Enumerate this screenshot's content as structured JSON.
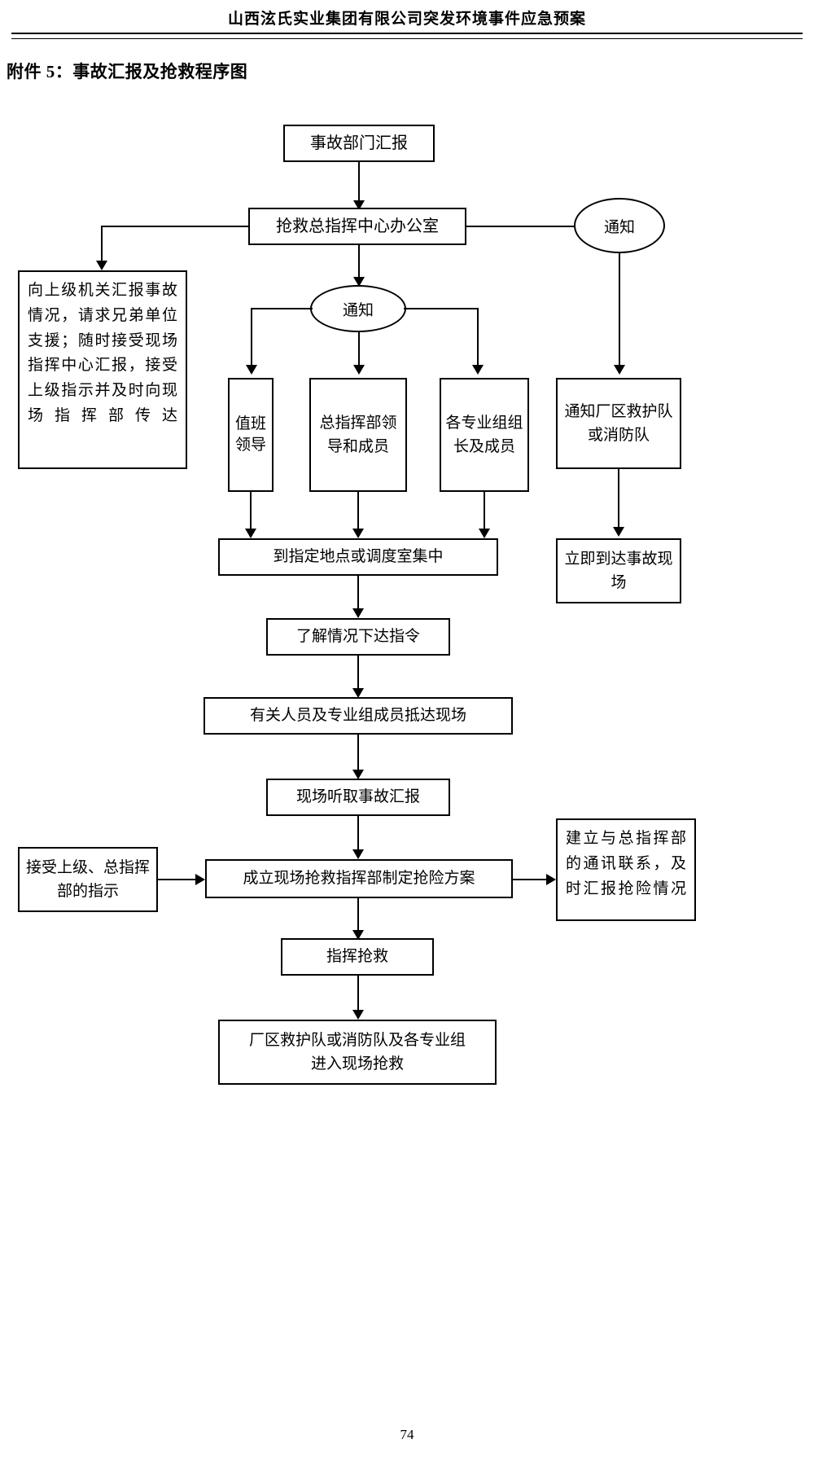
{
  "header": {
    "running_title": "山西泫氏实业集团有限公司突发环境事件应急预案",
    "attachment_title": "附件 5：事故汇报及抢救程序图"
  },
  "flow": {
    "n1_accident_report": "事故部门汇报",
    "n2_command_office": "抢救总指挥中心办公室",
    "n3_notice_right": "通知",
    "n4_report_superior": "向上级机关汇报事故情况，请求兄弟单位支援；随时接受现场指挥中心汇报，接受上级指示并及时向现场指挥部传达",
    "n5_notice_center": "通知",
    "n6_duty_leader": "值班领导",
    "n7_command_leaders": "总指挥部领导和成员",
    "n8_group_leaders": "各专业组组长及成员",
    "n9_notify_rescue_team": "通知厂区救护队或消防队",
    "n10_gather": "到指定地点或调度室集中",
    "n11_arrive_scene": "立即到达事故现场",
    "n12_issue_orders": "了解情况下达指令",
    "n13_personnel_arrive": "有关人员及专业组成员抵达现场",
    "n14_listen_report": "现场听取事故汇报",
    "n15_setup_command": "成立现场抢救指挥部制定抢险方案",
    "n16_receive_instructions": "接受上级、总指挥部的指示",
    "n17_comm_link": "建立与总指挥部的通讯联系，及时汇报抢险情况",
    "n18_direct_rescue": "指挥抢救",
    "n19_enter_scene": "厂区救护队或消防队及各专业组进入现场抢救"
  },
  "footer": {
    "page_number": "74"
  }
}
